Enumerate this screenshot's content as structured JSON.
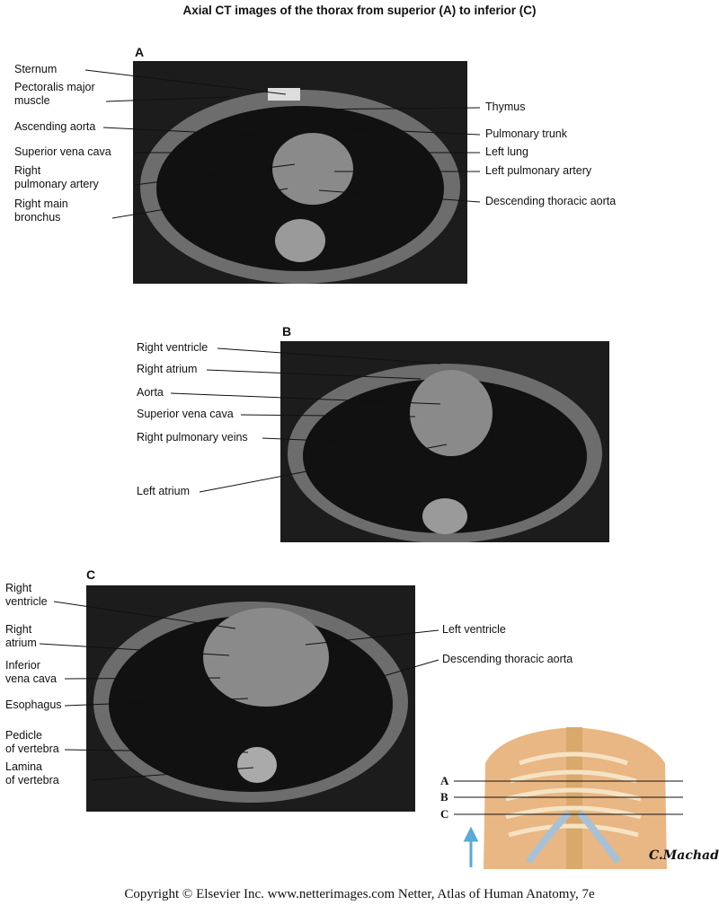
{
  "title": "Axial CT images of the thorax from superior (A) to inferior (C)",
  "panels": {
    "A": {
      "letter": "A",
      "left_labels": [
        "Sternum",
        "Pectoralis major\nmuscle",
        "Ascending aorta",
        "Superior vena cava",
        "Right\npulmonary artery",
        "Right main\nbronchus"
      ],
      "right_labels": [
        "Thymus",
        "Pulmonary trunk",
        "Left lung",
        "Left pulmonary artery",
        "Descending thoracic aorta"
      ]
    },
    "B": {
      "letter": "B",
      "left_labels": [
        "Right ventricle",
        "Right atrium",
        "Aorta",
        "Superior vena cava",
        "Right pulmonary veins",
        "Left atrium"
      ]
    },
    "C": {
      "letter": "C",
      "left_labels": [
        "Right\nventricle",
        "Right\natrium",
        "Inferior\nvena cava",
        "Esophagus",
        "Pedicle\nof vertebra",
        "Lamina\nof vertebra"
      ],
      "right_labels": [
        "Left ventricle",
        "Descending thoracic aorta"
      ]
    }
  },
  "thorax_key": {
    "levels": [
      "A",
      "B",
      "C"
    ],
    "signature": "C.Machado M.D."
  },
  "copyright": "Copyright © Elsevier Inc.  www.netterimages.com Netter, Atlas of Human Anatomy, 7e",
  "colors": {
    "ct_bg": "#1c1c1c",
    "arrow": "#5aa9d6",
    "skin": "#e9b783"
  }
}
